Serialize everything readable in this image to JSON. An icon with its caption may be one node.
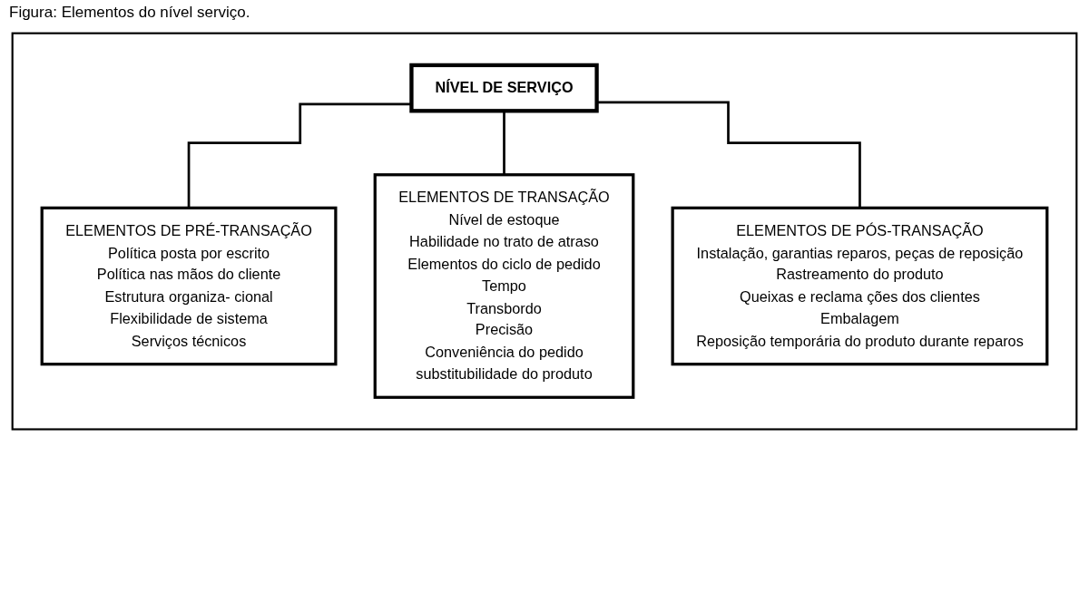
{
  "diagram": {
    "title": "Figura: Elementos do nível serviço.",
    "nodes": [
      {
        "text": [],
        "shape": "box"
      },
      {
        "text": [
          "NÍVEL DE SERVIÇO"
        ],
        "in": 0
      },
      {
        "text": [
          "ELEMENTOS DE PRÉ-TRANSAÇÃO",
          "Política posta por escrito",
          "Política nas mãos do cliente",
          "Estrutura organiza- cional",
          "Flexibilidade de sistema",
          "Serviços técnicos"
        ],
        "in": 0
      },
      {
        "text": [
          "ELEMENTOS DE TRANSAÇÃO",
          "Nível de estoque",
          "Habilidade no trato de atraso",
          "Elementos do ciclo de pedido",
          "Tempo",
          "Transbordo",
          "Precisão",
          "Conveniência do pedido",
          "substitubilidade do produto"
        ],
        "in": 0
      },
      {
        "text": [
          "ELEMENTOS DE PÓS-TRANSAÇÃO",
          "Instalação, garantias reparos, peças de reposição",
          "Rastreamento do produto",
          "Queixas e reclama ções dos clientes",
          "Embalagem",
          "Reposição temporária do produto durante reparos"
        ],
        "in": 0
      }
    ],
    "edges": [
      {
        "from": 1,
        "to": 2,
        "arrow": "none"
      },
      {
        "from": 1,
        "to": 3,
        "arrow": "none"
      },
      {
        "from": 1,
        "to": 4,
        "arrow": "none"
      }
    ]
  }
}
